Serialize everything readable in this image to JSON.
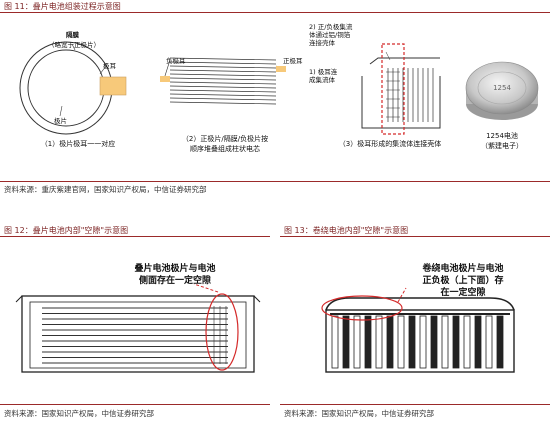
{
  "fig11": {
    "title": "图 11：叠片电池组装过程示意图",
    "diaphragm_label": "隔膜",
    "diaphragm_note": "（略宽于正极片）",
    "tab_label": "极耳",
    "sheet_label": "极片",
    "neg_tab_label": "负极耳",
    "pos_tab_label": "正极耳",
    "collector_note": [
      "2) 正/负极集流",
      "体通过铝/铜箔",
      "连接壳体"
    ],
    "connector_note": [
      "1) 极耳连",
      "成集流体"
    ],
    "battery_label": "1254电池",
    "battery_brand": "（紫建电子）",
    "coin_text": "1254",
    "caption1": "（1）极片极耳一一对应",
    "caption2": [
      "（2）正极片/隔膜/负极片按",
      "顺序堆叠组成柱状电芯"
    ],
    "caption3": "（3）极耳形成的集流体连接壳体",
    "source": "资料来源：重庆紫建官网，国家知识产权局，中信证券研究部"
  },
  "fig12": {
    "title": "图 12：叠片电池内部\"空隙\"示意图",
    "callout": [
      "叠片电池极片与电池",
      "侧面存在一定空隙"
    ],
    "source": "资料来源：国家知识产权局，中信证券研究部"
  },
  "fig13": {
    "title": "图 13：卷绕电池内部\"空隙\"示意图",
    "callout": [
      "卷绕电池极片与电池",
      "正负极（上下面）存",
      "在一定空隙"
    ],
    "source": "资料来源：国家知识产权局，中信证券研究部"
  },
  "colors": {
    "accent": "#9b2a2a",
    "highlight": "#d42a2a",
    "tab_fill": "#f7c97a"
  }
}
